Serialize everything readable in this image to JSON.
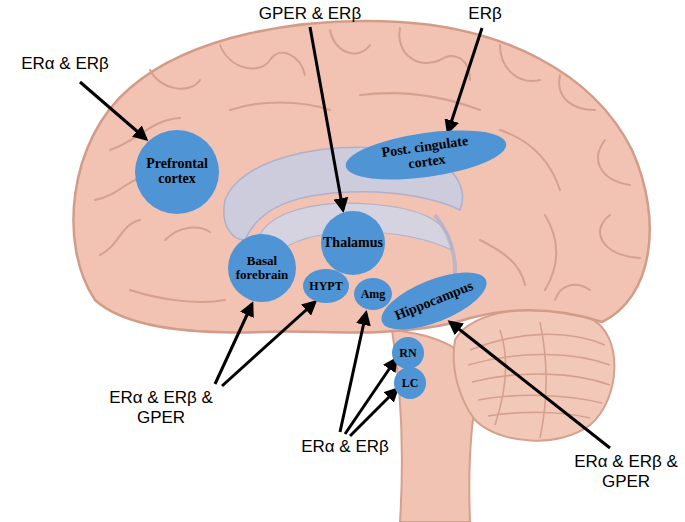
{
  "diagram": {
    "nodes": [
      {
        "text": [
          "Prefrontal cortex"
        ]
      },
      {
        "text": [
          "Post. cingulate cortex"
        ]
      },
      {
        "text": [
          "Thalamus"
        ]
      },
      {
        "text": [
          "Basal forebrain"
        ]
      },
      {
        "text": [
          "HYPT"
        ]
      },
      {
        "text": [
          "Amg"
        ]
      },
      {
        "text": [
          "Hippocampus"
        ]
      },
      {
        "text": [
          "RN"
        ]
      },
      {
        "text": [
          "LC"
        ]
      }
    ],
    "labels": [
      "ERα & ERβ",
      "GPER & ERβ",
      "ERβ",
      "ERα & ERβ & GPER",
      "ERα & ERβ",
      "ERα & ERβ & GPER"
    ]
  }
}
